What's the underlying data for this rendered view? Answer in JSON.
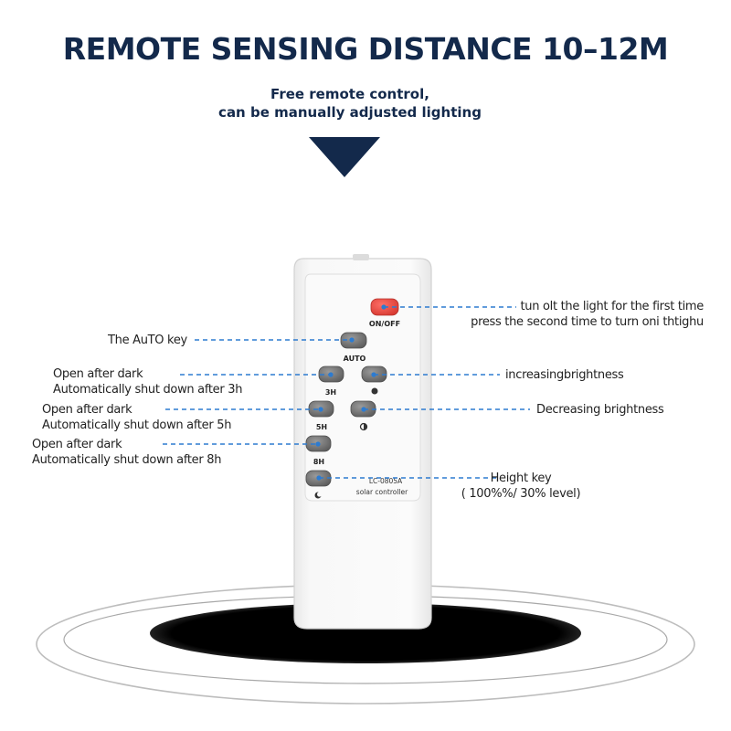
{
  "header": {
    "title": "REMOTE SENSING DISTANCE 10–12M",
    "subtitle_line1": "Free remote control,",
    "subtitle_line2": "can be manually adjusted lighting"
  },
  "remote": {
    "on_off_label": "ON/OFF",
    "auto_label": "AUTO",
    "h3_label": "3H",
    "h5_label": "5H",
    "h8_label": "8H",
    "model_label": "LC-0805A",
    "brand_label": "solar controller"
  },
  "callouts": {
    "on_off_line1": "tun olt the light for the first time",
    "on_off_line2": "press the second time to turn oni thtighu",
    "auto_key": "The AuTO key",
    "h3_line1": "Open after dark",
    "h3_line2": "Automatically shut down after 3h",
    "h5_line1": "Open after dark",
    "h5_line2": "Automatically shut down after 5h",
    "h8_line1": "Open after dark",
    "h8_line2": "Automatically shut down after 8h",
    "increase": "increasingbrightness",
    "decrease": "Decreasing brightness",
    "height_line1": "Height key",
    "height_line2": "( 100%%/ 30% level)"
  },
  "colors": {
    "title_navy": "#13294b",
    "on_off_red": "#e5483f",
    "button_gray": "#7c7c7c",
    "callout_blue": "#2d7bd0"
  },
  "icons": {
    "increase_icon": "sun-bright-icon",
    "decrease_icon": "sun-dim-icon",
    "height_icon": "moon-icon"
  }
}
